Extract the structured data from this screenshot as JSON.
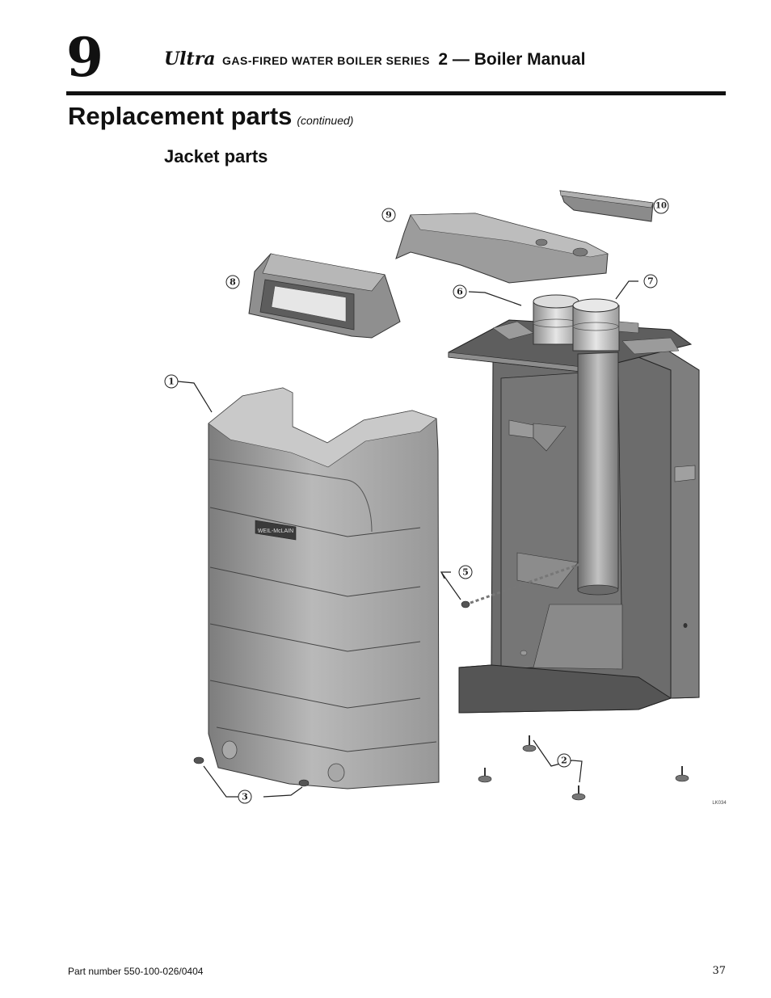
{
  "header": {
    "chapter_number": "9",
    "brand": "Ultra",
    "series_text": "gas-fired water boiler series",
    "manual_text": "2 — Boiler Manual"
  },
  "page": {
    "title": "Replacement parts",
    "title_note": "(continued)",
    "section": "Jacket parts"
  },
  "diagram": {
    "logo_text": "WEIL-McLAIN",
    "figure_code": "LK034",
    "callouts": [
      "1",
      "2",
      "3",
      "5",
      "6",
      "7",
      "8",
      "9",
      "10"
    ]
  },
  "footer": {
    "part_number": "Part number 550-100-026/0404",
    "page_number": "37"
  }
}
